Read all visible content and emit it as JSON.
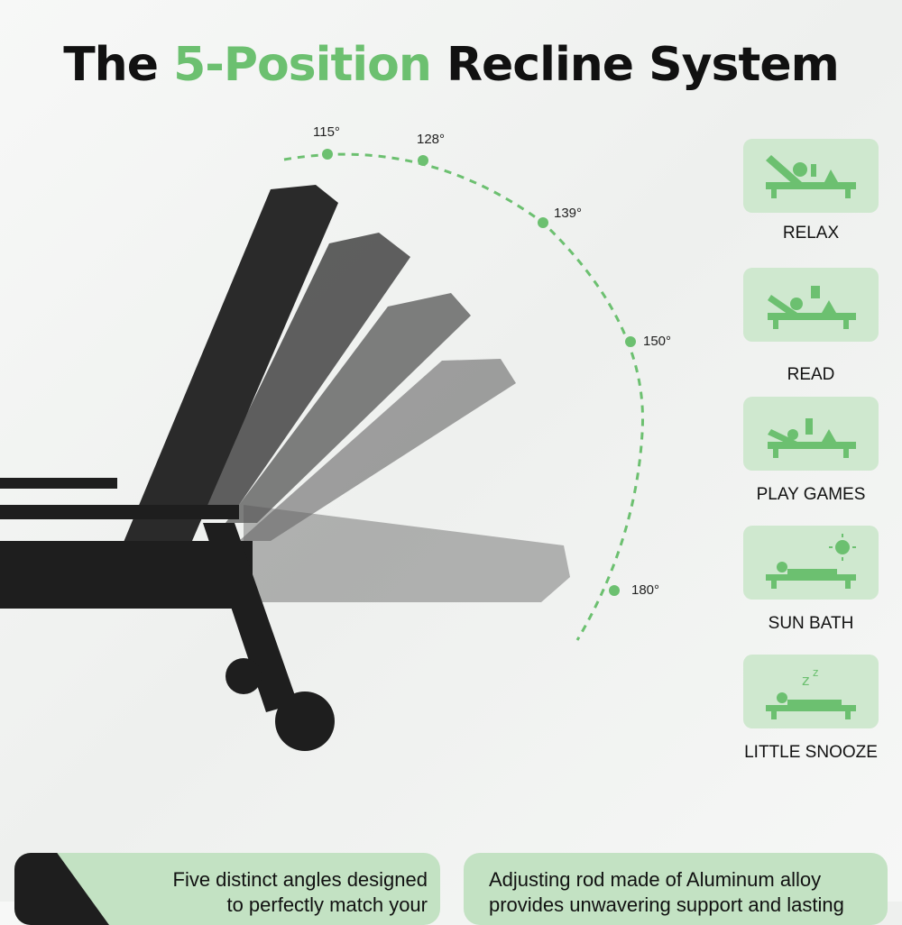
{
  "title": {
    "prefix": "The ",
    "highlight": "5-Position",
    "suffix": " Recline System"
  },
  "angles": [
    "115°",
    "128°",
    "139°",
    "150°",
    "180°"
  ],
  "modes": [
    {
      "label": "RELAX",
      "icon": "relax-icon"
    },
    {
      "label": "READ",
      "icon": "read-icon"
    },
    {
      "label": "PLAY GAMES",
      "icon": "play-games-icon"
    },
    {
      "label": "SUN BATH",
      "icon": "sun-bath-icon"
    },
    {
      "label": "LITTLE SNOOZE",
      "icon": "little-snooze-icon"
    }
  ],
  "cards": [
    {
      "line1": "Five distinct angles designed",
      "line2": "to perfectly match your"
    },
    {
      "line1": "Adjusting rod made of Aluminum alloy",
      "line2": "provides unwavering support and lasting"
    }
  ],
  "colors": {
    "accent": "#6cc070",
    "card": "#c3e2c3",
    "iconBox": "#cfe8cf"
  }
}
